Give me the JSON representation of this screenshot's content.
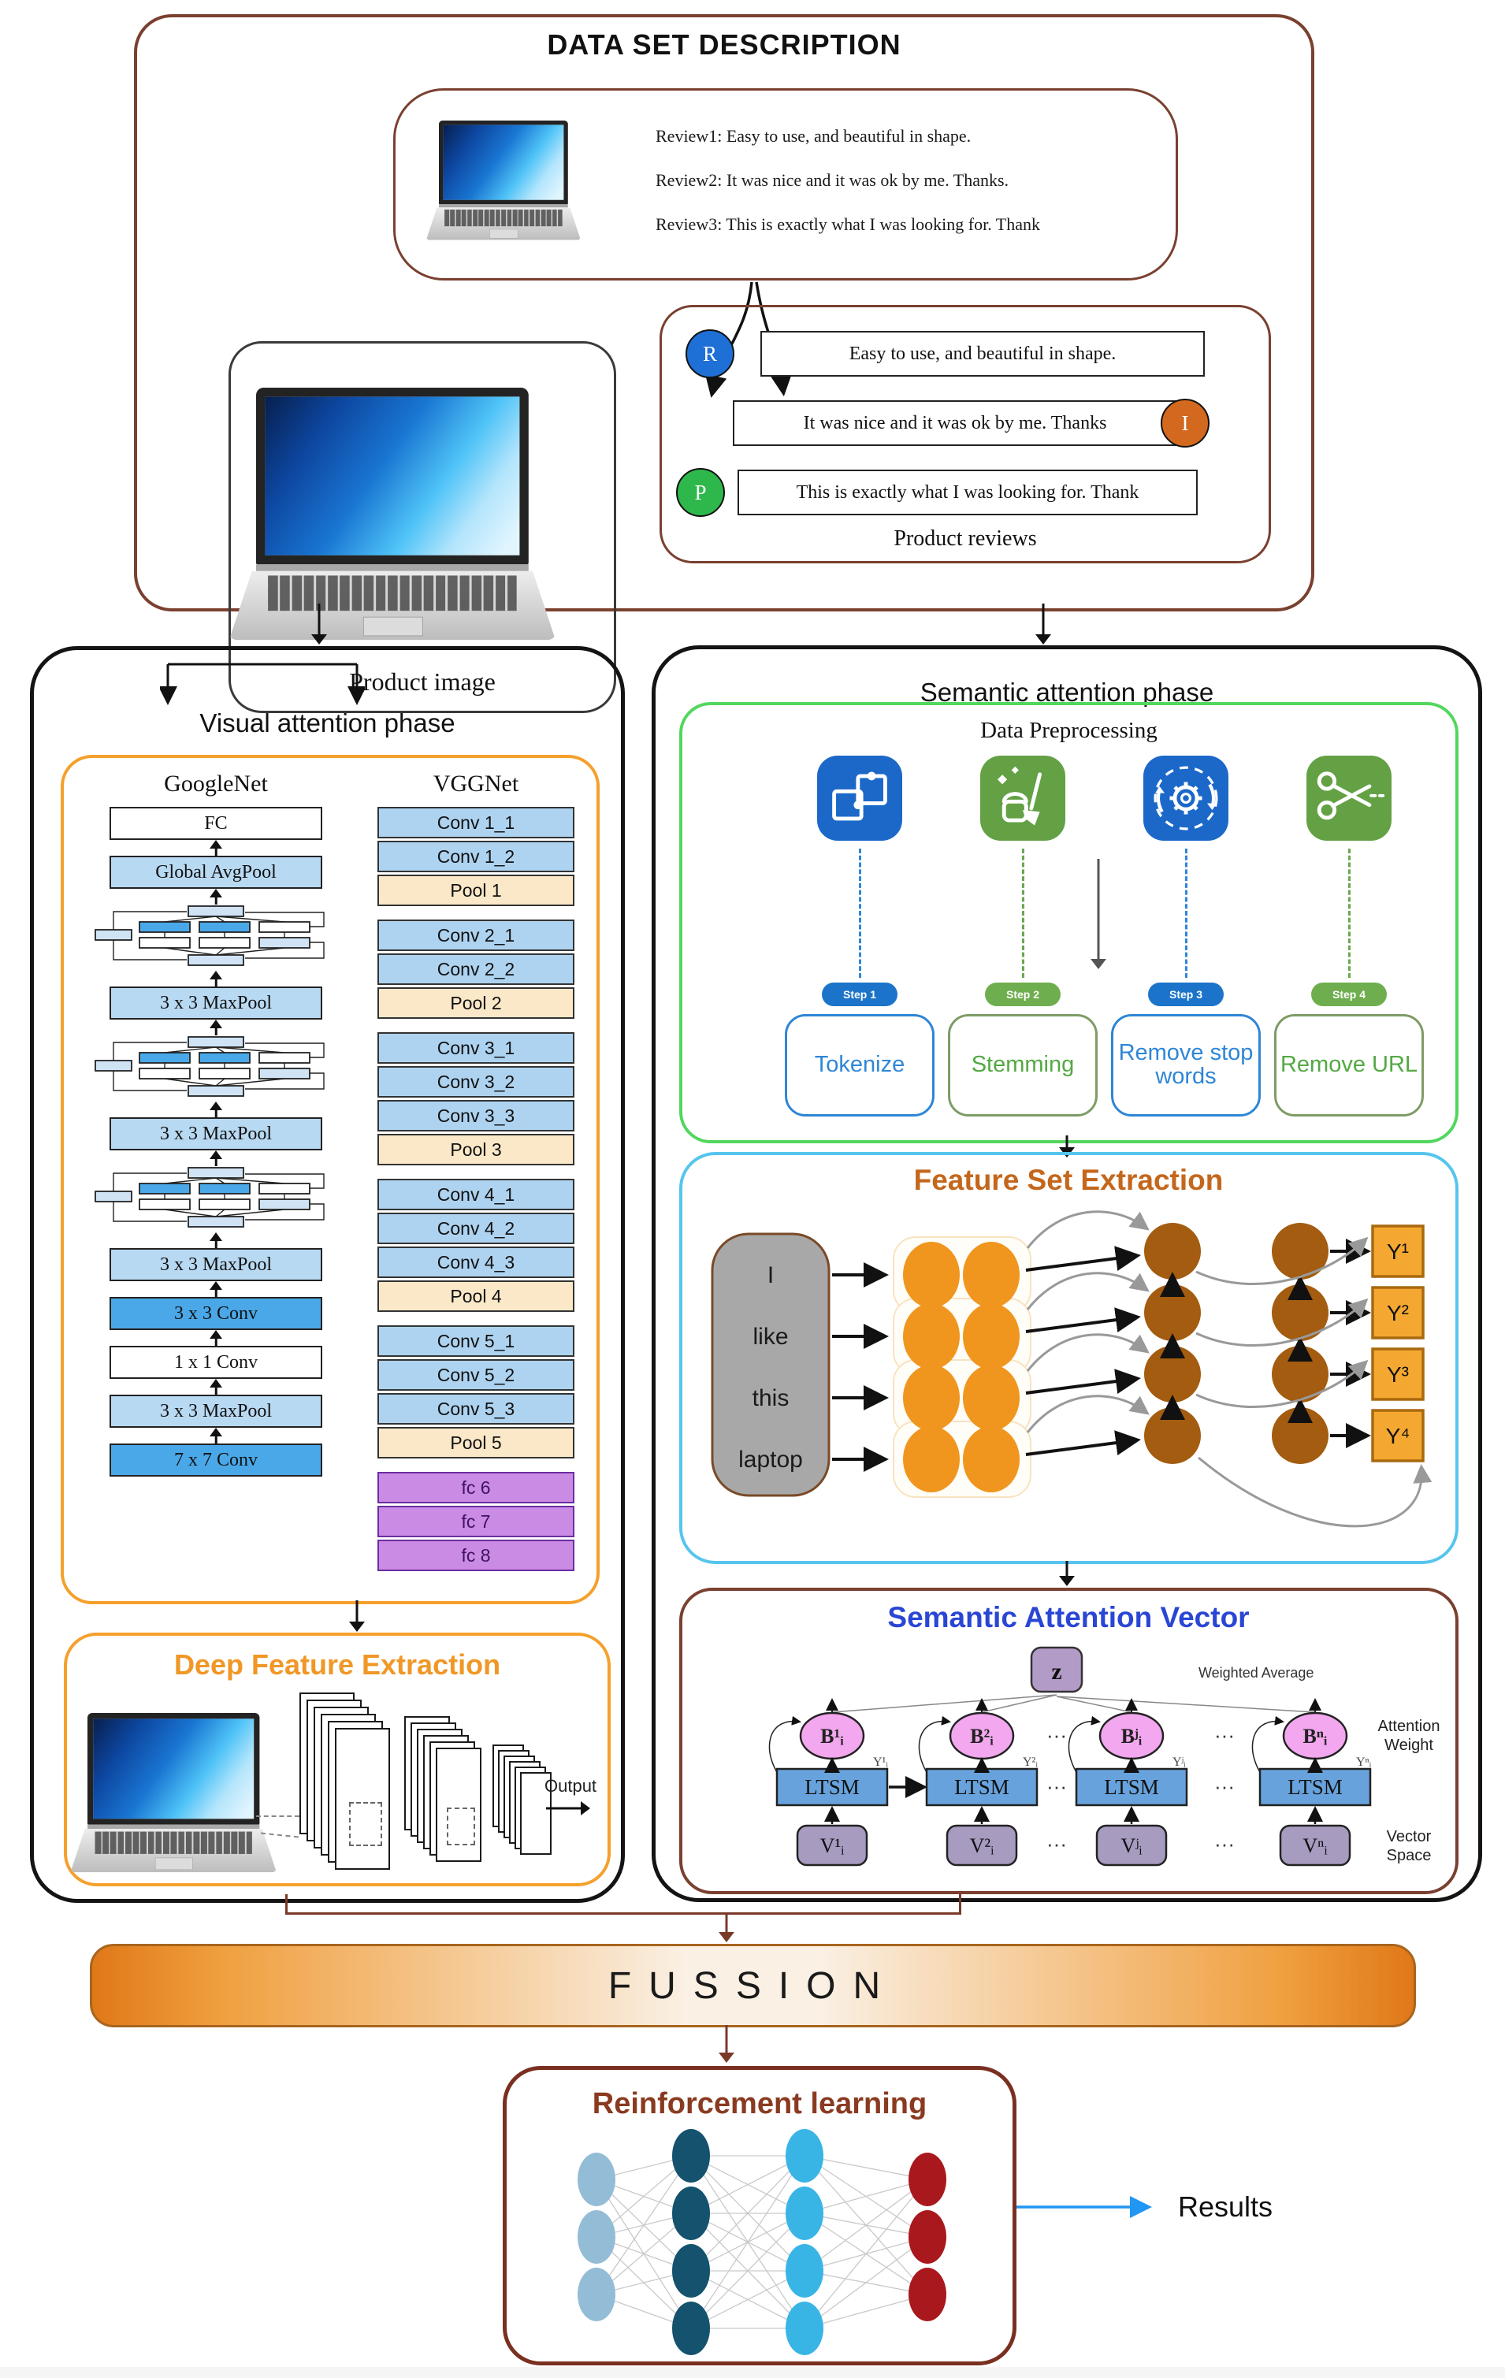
{
  "dataset": {
    "title": "DATA SET DESCRIPTION",
    "callout_reviews": [
      "Review1: Easy to use, and beautiful in shape.",
      "Review2: It was nice and it was ok by me. Thanks.",
      "Review3: This is exactly what I was looking for. Thank"
    ],
    "product_image_label": "Product image",
    "product_reviews_label": "Product reviews",
    "review_rows": [
      {
        "badge": "R",
        "text": "Easy to use, and beautiful in shape."
      },
      {
        "badge": "I",
        "text": "It was nice and it was ok by me. Thanks"
      },
      {
        "badge": "P",
        "text": "This is exactly what I was looking for. Thank"
      }
    ]
  },
  "visual_phase": {
    "title": "Visual attention phase",
    "googlenet_header": "GoogleNet",
    "vggnet_header": "VGGNet",
    "googlenet_blocks": {
      "fc": "FC",
      "gap": "Global AvgPool",
      "maxpool": "3 x 3 MaxPool",
      "conv3": "3 x 3 Conv",
      "conv1": "1 x 1 Conv",
      "conv7": "7 x 7 Conv"
    },
    "vgg_blocks": [
      "Conv 1_1",
      "Conv 1_2",
      "Pool 1",
      "Conv 2_1",
      "Conv 2_2",
      "Pool 2",
      "Conv 3_1",
      "Conv 3_2",
      "Conv 3_3",
      "Pool 3",
      "Conv 4_1",
      "Conv 4_2",
      "Conv 4_3",
      "Pool 4",
      "Conv 5_1",
      "Conv 5_2",
      "Conv 5_3",
      "Pool 5",
      "fc 6",
      "fc 7",
      "fc 8"
    ],
    "deep_feature_title": "Deep Feature Extraction",
    "output_label": "Output"
  },
  "semantic_phase": {
    "title": "Semantic attention phase",
    "preprocessing": {
      "title": "Data Preprocessing",
      "icons": [
        "puzzle-icon",
        "cleaning-icon",
        "gear-sync-icon",
        "scissors-icon"
      ],
      "steps": [
        "Step 1",
        "Step 2",
        "Step 3",
        "Step 4"
      ],
      "labels": [
        "Tokenize",
        "Stemming",
        "Remove stop words",
        "Remove URL"
      ]
    },
    "feature_set": {
      "title": "Feature Set Extraction",
      "words": [
        "I",
        "like",
        "this",
        "laptop"
      ],
      "outputs": [
        "Y¹",
        "Y²",
        "Y³",
        "Y⁴"
      ]
    },
    "attention_vector": {
      "title": "Semantic Attention Vector",
      "z_label": "z",
      "weighted_average": "Weighted Average",
      "attention_weight_line1": "Attention",
      "attention_weight_line2": "Weight",
      "vector_space_line1": "Vector",
      "vector_space_line2": "Space",
      "lstm_label": "LTSM",
      "b_labels": [
        "B¹ᵢ",
        "B²ᵢ",
        "Bʲᵢ",
        "Bⁿᵢ"
      ],
      "y_labels": [
        "Y¹ᵢ",
        "Y²ᵢ",
        "Yʲᵢ",
        "Yⁿᵢ"
      ],
      "v_labels": [
        "V¹ᵢ",
        "V²ᵢ",
        "Vʲᵢ",
        "Vⁿᵢ"
      ],
      "dots": "···"
    }
  },
  "fusion": {
    "label": "FUSSION"
  },
  "reinforcement": {
    "title": "Reinforcement learning",
    "results_label": "Results"
  },
  "colors": {
    "outer_brown": "#7a4030",
    "panel_black": "#141414",
    "accent_orange": "#f5a02c",
    "green_border": "#52d75e",
    "cyan_border": "#56c5ee",
    "icon_blue": "#1b68c9",
    "icon_green": "#63a144",
    "badge_blue": "#1e6fd6",
    "badge_orange": "#d2691e",
    "badge_green": "#2eb84c",
    "feature_title": "#c4671c",
    "sav_title": "#2a46d4",
    "rl_title": "#8a3a20",
    "fusion_orange": "#e07818",
    "node_lightblue": "#93bcd7",
    "node_navy": "#14526e",
    "node_cyan": "#39b5e5",
    "node_red": "#a8181d",
    "orange_circle": "#f0961e",
    "brown_circle": "#a35c10"
  }
}
